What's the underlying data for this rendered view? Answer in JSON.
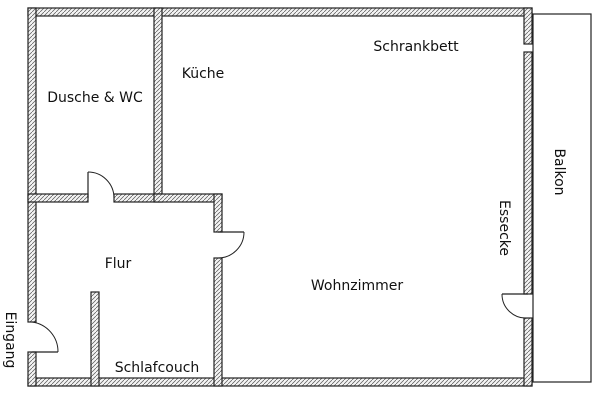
{
  "floorplan": {
    "rooms": {
      "shower_wc": "Dusche & WC",
      "kitchen": "Küche",
      "wardrobe_bed": "Schrankbett",
      "hallway": "Flur",
      "living_room": "Wohnzimmer",
      "sofa_bed": "Schlafcouch",
      "dining_corner": "Essecke",
      "balcony": "Balkon",
      "entrance": "Eingang"
    },
    "colors": {
      "wall_outline": "#222222",
      "wall_hatch": "#555555",
      "background": "#ffffff"
    }
  }
}
